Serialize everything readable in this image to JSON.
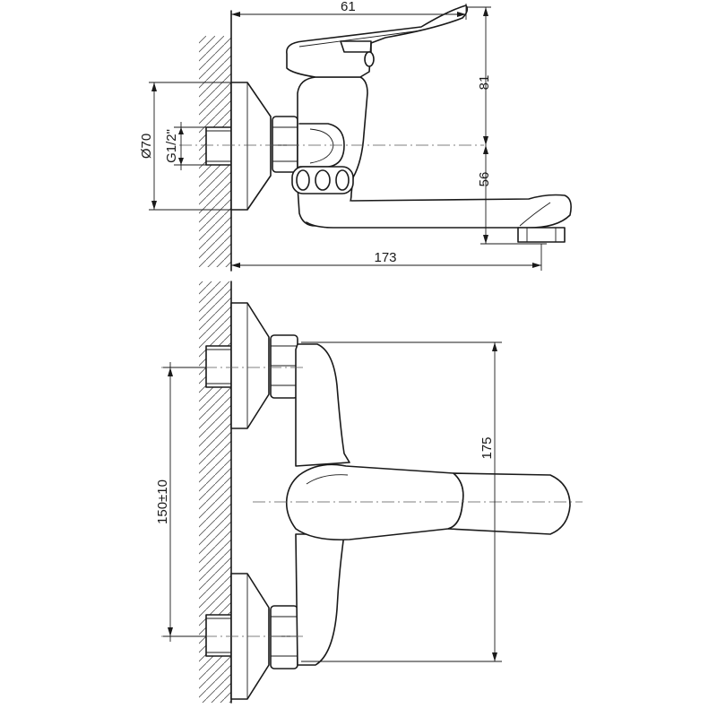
{
  "dimensions": {
    "top_width": "61",
    "lever_height": "81",
    "spout_height": "56",
    "total_depth": "173",
    "flange_diameter": "Ø70",
    "thread": "G1/2\"",
    "total_height": "175",
    "center_distance": "150±10"
  }
}
